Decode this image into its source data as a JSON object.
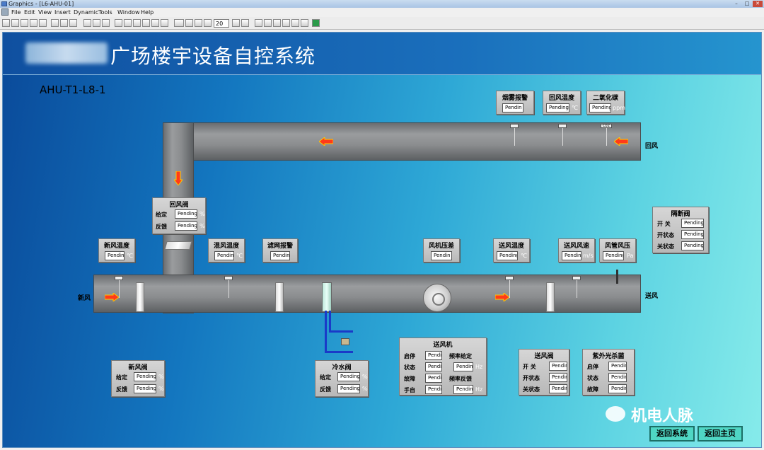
{
  "window": {
    "title": "Graphics - [L6-AHU-01]"
  },
  "menu": [
    "File",
    "Edit",
    "View",
    "Insert",
    "Dynamic",
    "Tools",
    "Window",
    "Help"
  ],
  "toolbar": {
    "zoom": "20"
  },
  "header": {
    "title": "广场楼宇设备自控系统"
  },
  "unit_id": "AHU-T1-L8-1",
  "labels": {
    "return_air": "回风",
    "fresh_air": "新风",
    "supply_air": "送风",
    "co2_sensor": "C02"
  },
  "panels": {
    "smoke_alarm": {
      "title": "烟雾报警",
      "value": "Pendin"
    },
    "return_temp": {
      "title": "回风温度",
      "value": "Pending",
      "unit": "℃"
    },
    "co2": {
      "title": "二氧化碳",
      "value": "Pending",
      "unit": "ppm"
    },
    "return_damper": {
      "title": "回风阀",
      "rows": [
        {
          "label": "给定",
          "value": "Pending",
          "unit": "%"
        },
        {
          "label": "反馈",
          "value": "Pending",
          "unit": "%"
        }
      ]
    },
    "fresh_temp": {
      "title": "新风温度",
      "value": "Pending",
      "unit": "℃"
    },
    "mixed_temp": {
      "title": "混风温度",
      "value": "Pending",
      "unit": "℃"
    },
    "filter_alarm": {
      "title": "滤网报警",
      "value": "Pendin"
    },
    "fan_dp": {
      "title": "风机压差",
      "value": "Pendin"
    },
    "supply_temp": {
      "title": "送风温度",
      "value": "Pending",
      "unit": "℃"
    },
    "supply_velocity": {
      "title": "送风风速",
      "value": "Pending",
      "unit": "m/s"
    },
    "duct_pressure": {
      "title": "风管风压",
      "value": "Pending",
      "unit": "Pa"
    },
    "isolation_damper": {
      "title": "隔断阀",
      "rows": [
        {
          "label": "开  关",
          "value": "Pending"
        },
        {
          "label": "开状态",
          "value": "Pending"
        },
        {
          "label": "关状态",
          "value": "Pending"
        }
      ]
    },
    "fresh_damper": {
      "title": "新风阀",
      "rows": [
        {
          "label": "给定",
          "value": "Pending",
          "unit": "%"
        },
        {
          "label": "反馈",
          "value": "Pending",
          "unit": "%"
        }
      ]
    },
    "chw_valve": {
      "title": "冷水阀",
      "rows": [
        {
          "label": "给定",
          "value": "Pending",
          "unit": "%"
        },
        {
          "label": "反馈",
          "value": "Pending",
          "unit": "%"
        }
      ]
    },
    "supply_fan": {
      "title": "送风机",
      "left": [
        {
          "label": "启停",
          "value": "Pendin"
        },
        {
          "label": "状态",
          "value": "Pendin"
        },
        {
          "label": "故障",
          "value": "Pendin"
        },
        {
          "label": "手自",
          "value": "Pendin"
        }
      ],
      "right": [
        {
          "label": "频率给定",
          "value": "Pending",
          "unit": "Hz"
        },
        {
          "label": "频率反馈",
          "value": "Pending",
          "unit": "Hz"
        }
      ]
    },
    "supply_damper": {
      "title": "送风阀",
      "rows": [
        {
          "label": "开  关",
          "value": "Pendin"
        },
        {
          "label": "开状态",
          "value": "Pendin"
        },
        {
          "label": "关状态",
          "value": "Pendin"
        }
      ]
    },
    "uv_lamp": {
      "title": "紫外光杀菌",
      "rows": [
        {
          "label": "启停",
          "value": "Pendin"
        },
        {
          "label": "状态",
          "value": "Pendin"
        },
        {
          "label": "故障",
          "value": "Pendin"
        }
      ]
    }
  },
  "nav": {
    "back_system": "返回系统",
    "back_home": "返回主页"
  },
  "watermark": "机电人脉",
  "colors": {
    "button": "#4fd6c4",
    "pipe": "#1a3ac8",
    "arrow": "#ff3a1a"
  }
}
